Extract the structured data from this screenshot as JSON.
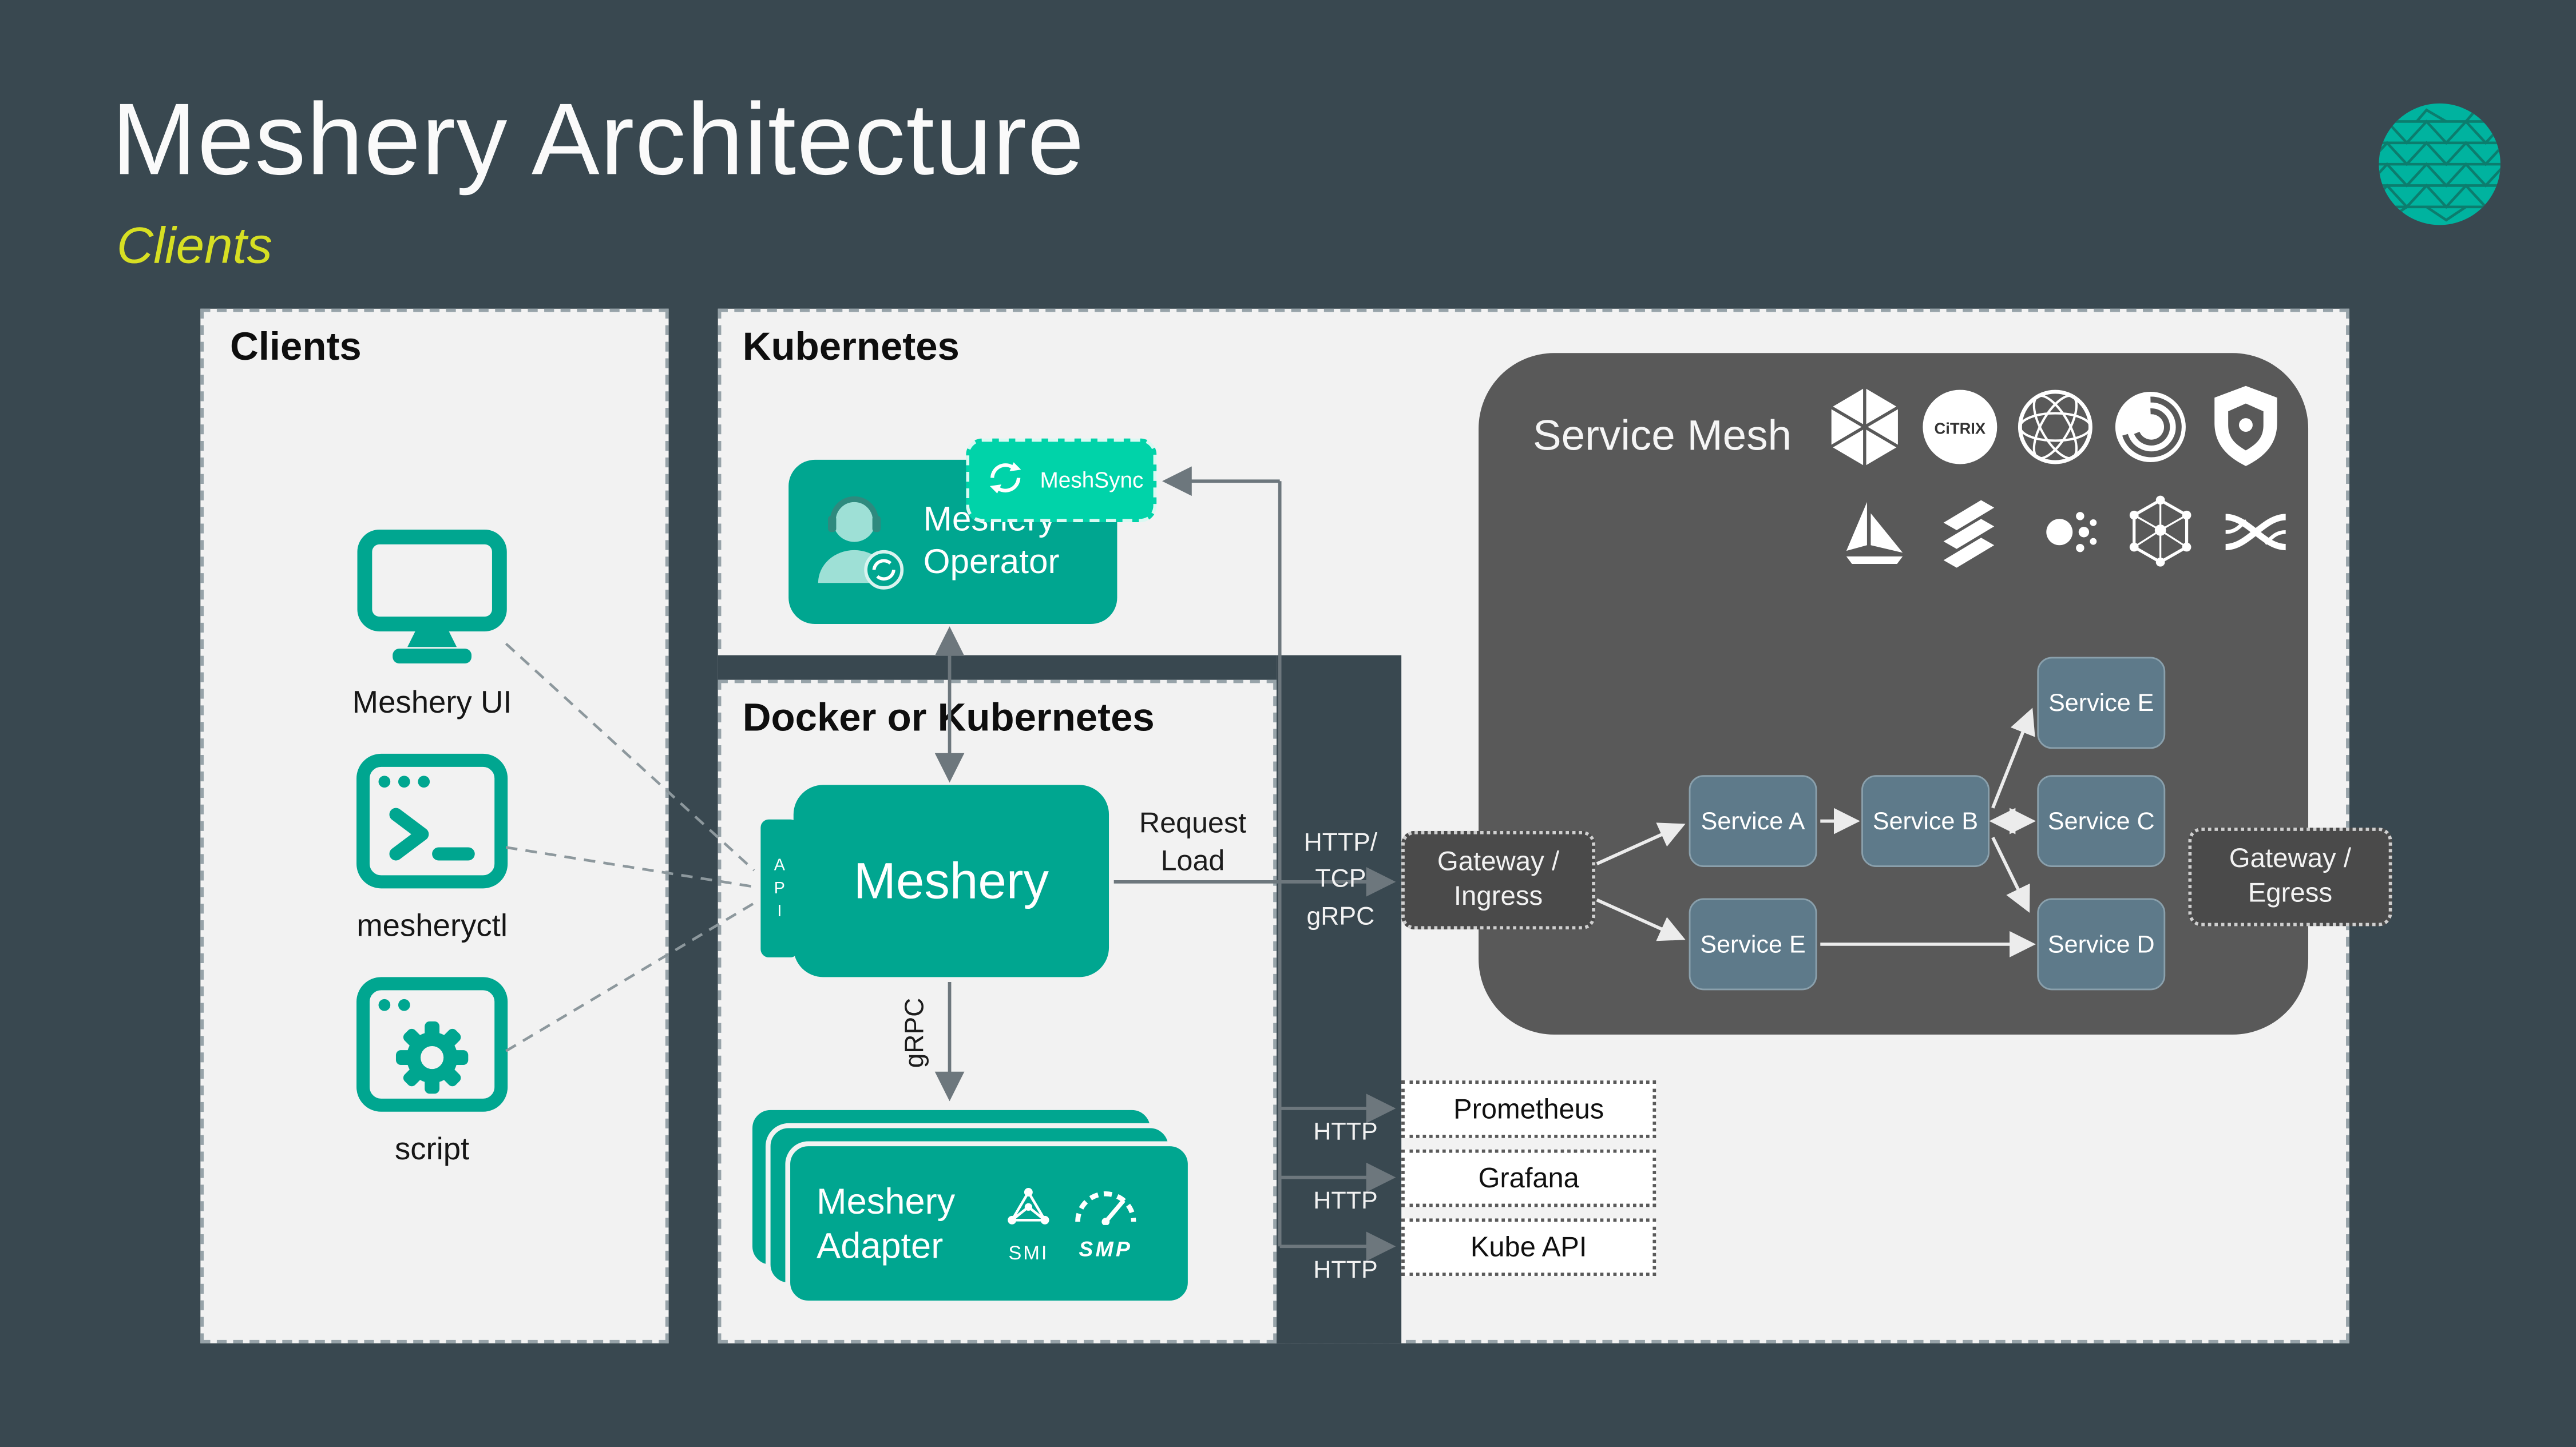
{
  "slide": {
    "title": "Meshery Architecture",
    "subtitle": "Clients"
  },
  "clients_panel": {
    "title": "Clients",
    "items": [
      {
        "label": "Meshery UI",
        "icon": "monitor-icon"
      },
      {
        "label": "mesheryctl",
        "icon": "terminal-window-icon"
      },
      {
        "label": "script",
        "icon": "gear-window-icon"
      }
    ]
  },
  "kubernetes_panel": {
    "title": "Kubernetes",
    "operator_label": "Meshery Operator",
    "meshsync_label": "MeshSync"
  },
  "docker_panel": {
    "title": "Docker or Kubernetes",
    "meshery_label": "Meshery",
    "api_letters": [
      "A",
      "P",
      "I"
    ],
    "grpc_label": "gRPC",
    "request_load_label": "Request\nLoad",
    "adapter_label": "Meshery Adapter",
    "smi_label": "SMI",
    "smp_label": "SMP"
  },
  "connectors": {
    "http_tcp_grpc": "HTTP/\nTCP\ngRPC",
    "http_rows": [
      "HTTP",
      "HTTP",
      "HTTP"
    ]
  },
  "service_mesh": {
    "title": "Service Mesh",
    "gateway_ingress": "Gateway /\nIngress",
    "gateway_egress": "Gateway /\nEgress",
    "citrix_label": "CiTRIX",
    "nodes": {
      "a": "Service A",
      "b": "Service B",
      "c": "Service C",
      "e_top": "Service E",
      "e_bottom": "Service E",
      "d": "Service D"
    },
    "logos": [
      "cube",
      "citrix",
      "mesh-sphere",
      "swirl",
      "shield",
      "istio-sail",
      "layered-planes",
      "consul",
      "hex-network",
      "knot"
    ]
  },
  "external_services": [
    "Prometheus",
    "Grafana",
    "Kube API"
  ],
  "colors": {
    "background": "#394850",
    "panel": "#F2F2F2",
    "teal": "#00A690",
    "meshsync_green": "#00D3A9",
    "mesh_box": "#595959",
    "node": "#5E7A8A",
    "subtitle_yellow": "#D7DF23"
  }
}
